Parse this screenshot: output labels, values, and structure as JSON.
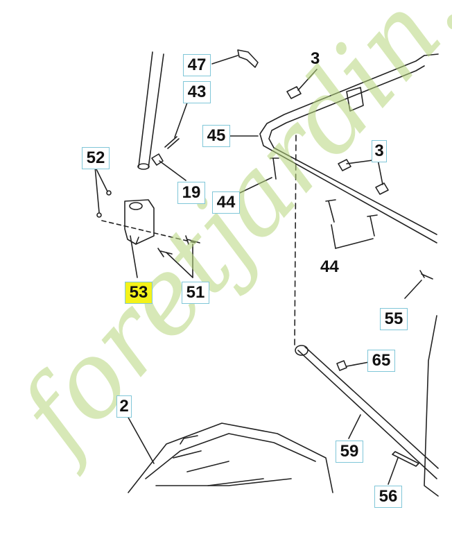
{
  "watermark": {
    "text": "foretjardin.com"
  },
  "labels": {
    "l47": "47",
    "l43": "43",
    "l3a": "3",
    "l45": "45",
    "l3b": "3",
    "l52": "52",
    "l19": "19",
    "l44a": "44",
    "l44b": "44",
    "l53": "53",
    "l51": "51",
    "l55": "55",
    "l65": "65",
    "l2": "2",
    "l59": "59",
    "l56": "56"
  },
  "colors": {
    "callout_border": "#7fc6d8",
    "highlight": "#f4f21a",
    "watermark": "#b7d77d",
    "line": "#222222"
  }
}
